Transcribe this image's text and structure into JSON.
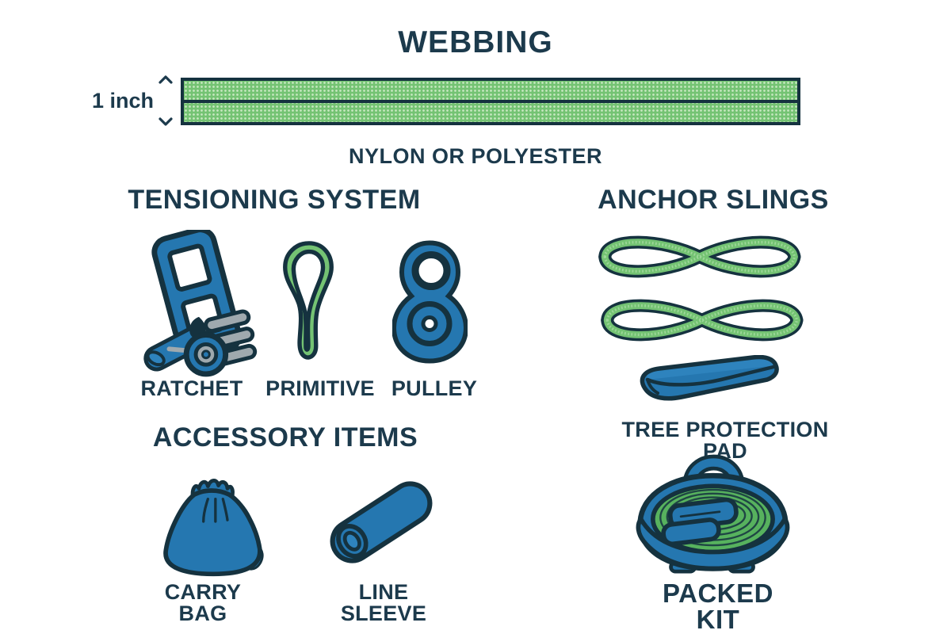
{
  "colors": {
    "background": "#ffffff",
    "text_navy": "#1c3a4c",
    "outline_navy": "#15323f",
    "blue": "#2577b0",
    "blue_light": "#2e83bd",
    "green": "#74c373",
    "green_texture_dot": "#c9e8c2",
    "coil_green": "#57b25e",
    "gray": "#9fa9ae"
  },
  "webbing": {
    "title": "WEBBING",
    "width_label": "1 inch",
    "material": "NYLON OR POLYESTER"
  },
  "tensioning_system": {
    "title": "TENSIONING SYSTEM",
    "items": [
      {
        "label": "RATCHET"
      },
      {
        "label": "PRIMITIVE"
      },
      {
        "label": "PULLEY"
      }
    ]
  },
  "anchor_slings": {
    "title": "ANCHOR SLINGS",
    "sling_count": 2,
    "pad_label": "TREE PROTECTION PAD"
  },
  "accessory_items": {
    "title": "ACCESSORY ITEMS",
    "items": [
      {
        "label": "CARRY BAG"
      },
      {
        "label": "LINE SLEEVE"
      }
    ]
  },
  "packed_kit": {
    "label": "PACKED KIT"
  },
  "icons": {
    "width_arrow_up": "chevron-up",
    "width_arrow_down": "chevron-down",
    "illustrations": [
      "ratchet",
      "primitive-sling",
      "pulley",
      "anchor-sling",
      "tree-protection-pad",
      "carry-bag",
      "line-sleeve",
      "packed-kit"
    ]
  }
}
